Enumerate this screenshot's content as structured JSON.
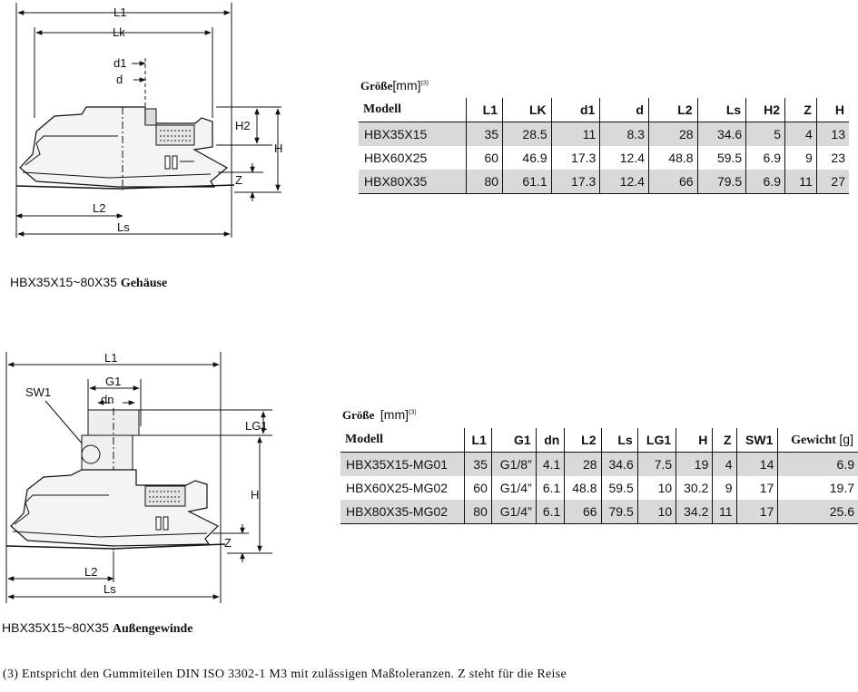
{
  "section1": {
    "dims": {
      "L1": "L1",
      "Lk": "Lk",
      "d1": "d1",
      "d": "d",
      "H2": "H2",
      "H": "H",
      "Z": "Z",
      "L2": "L2",
      "Ls": "Ls"
    },
    "caption_model": "HBX35X15~80X35",
    "caption_text": "Gehäuse",
    "table_title": "Größe",
    "table_unit": "[mm]",
    "table_footref": "(3)",
    "headers": [
      "Modell",
      "L1",
      "LK",
      "d1",
      "d",
      "L2",
      "Ls",
      "H2",
      "Z",
      "H"
    ],
    "rows": [
      [
        "HBX35X15",
        "35",
        "28.5",
        "11",
        "8.3",
        "28",
        "34.6",
        "5",
        "4",
        "13"
      ],
      [
        "HBX60X25",
        "60",
        "46.9",
        "17.3",
        "12.4",
        "48.8",
        "59.5",
        "6.9",
        "9",
        "23"
      ],
      [
        "HBX80X35",
        "80",
        "61.1",
        "17.3",
        "12.4",
        "66",
        "79.5",
        "6.9",
        "11",
        "27"
      ]
    ]
  },
  "section2": {
    "dims": {
      "L1": "L1",
      "SW1": "SW1",
      "G1": "G1",
      "dn": "dn",
      "LG1": "LG1",
      "H": "H",
      "Z": "Z",
      "L2": "L2",
      "Ls": "Ls"
    },
    "caption_model": "HBX35X15~80X35",
    "caption_text": "Außengewinde",
    "table_title": "Größe",
    "table_unit": "[mm]",
    "table_footref": "(3)",
    "headers": [
      "Modell",
      "L1",
      "G1",
      "dn",
      "L2",
      "Ls",
      "LG1",
      "H",
      "Z",
      "SW1",
      "Gewicht"
    ],
    "weight_unit": "[g]",
    "rows": [
      [
        "HBX35X15-MG01",
        "35",
        "G1/8”",
        "4.1",
        "28",
        "34.6",
        "7.5",
        "19",
        "4",
        "14",
        "6.9"
      ],
      [
        "HBX60X25-MG02",
        "60",
        "G1/4”",
        "6.1",
        "48.8",
        "59.5",
        "10",
        "30.2",
        "9",
        "17",
        "19.7"
      ],
      [
        "HBX80X35-MG02",
        "80",
        "G1/4”",
        "6.1",
        "66",
        "79.5",
        "10",
        "34.2",
        "11",
        "17",
        "25.6"
      ]
    ]
  },
  "footnote": "(3) Entspricht den Gummiteilen DIN ISO 3302-1 M3 mit zulässigen Maßtoleranzen. Z steht für die Reise",
  "colors": {
    "shade": "#d9d9d9",
    "line": "#111111"
  }
}
